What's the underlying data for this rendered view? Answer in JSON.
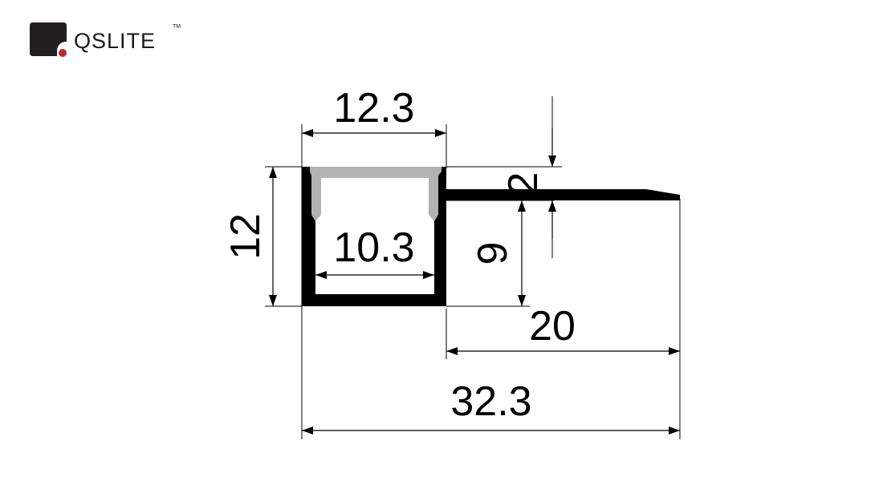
{
  "brand": {
    "name": "QSLITE",
    "tm": "TM",
    "colors": {
      "mark": "#231f20",
      "dot": "#c0272d"
    }
  },
  "dimensions": {
    "top_width": "12.3",
    "inner_width": "10.3",
    "height": "12",
    "flange_thickness": "2",
    "flange_height": "9",
    "flange_length": "20",
    "total_width": "32.3"
  },
  "colors": {
    "profile": "#000000",
    "diffuser": "#b3b3b3"
  }
}
